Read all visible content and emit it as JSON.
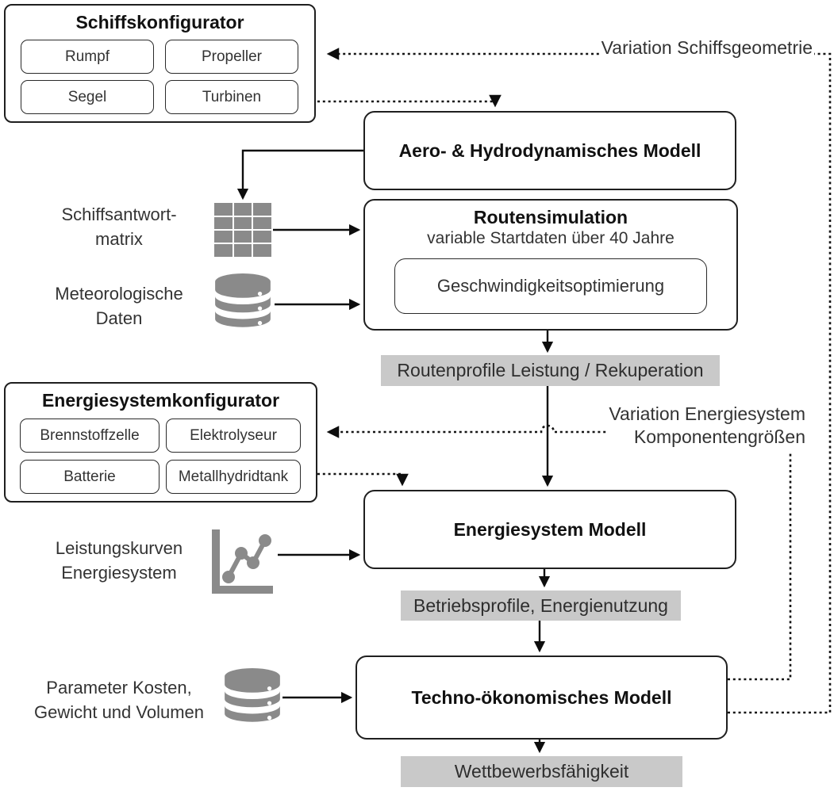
{
  "colors": {
    "bar_bg": "#C9C9C9",
    "icon_gray": "#8A8A8A",
    "line": "#000000",
    "text": "#262626"
  },
  "ship_configurator": {
    "title": "Schiffskonfigurator",
    "items": [
      {
        "label": "Rumpf"
      },
      {
        "label": "Propeller"
      },
      {
        "label": "Segel"
      },
      {
        "label": "Turbinen"
      }
    ]
  },
  "feedback_geometry": {
    "label": "Variation Schiffsgeometrie"
  },
  "aero_model": {
    "title": "Aero- & Hydrodynamisches Modell"
  },
  "ship_response": {
    "line1": "Schiffsantwort-",
    "line2": "matrix",
    "icon": "matrix-grid-icon"
  },
  "meteo_data": {
    "line1": "Meteorologische",
    "line2": "Daten",
    "icon": "database-icon"
  },
  "route_simulation": {
    "title": "Routensimulation",
    "subtitle": "variable Startdaten über 40 Jahre",
    "inner_box": "Geschwindigkeitsoptimierung"
  },
  "bar_route_profiles": {
    "label": "Routenprofile Leistung / Rekuperation"
  },
  "energy_configurator": {
    "title": "Energiesystemkonfigurator",
    "items": [
      {
        "label": "Brennstoffzelle"
      },
      {
        "label": "Elektrolyseur"
      },
      {
        "label": "Batterie"
      },
      {
        "label": "Metallhydridtank"
      }
    ]
  },
  "feedback_energy": {
    "line1": "Variation Energiesystem",
    "line2": "Komponentengrößen"
  },
  "energy_model": {
    "title": "Energiesystem Modell"
  },
  "power_curves": {
    "line1": "Leistungskurven",
    "line2": "Energiesystem",
    "icon": "line-chart-icon"
  },
  "bar_operation": {
    "label": "Betriebsprofile, Energienutzung"
  },
  "techno_model": {
    "title": "Techno-ökonomisches Modell"
  },
  "parameters": {
    "line1": "Parameter Kosten,",
    "line2": "Gewicht und Volumen",
    "icon": "database-icon"
  },
  "bar_competitiveness": {
    "label": "Wettbewerbsfähigkeit"
  }
}
